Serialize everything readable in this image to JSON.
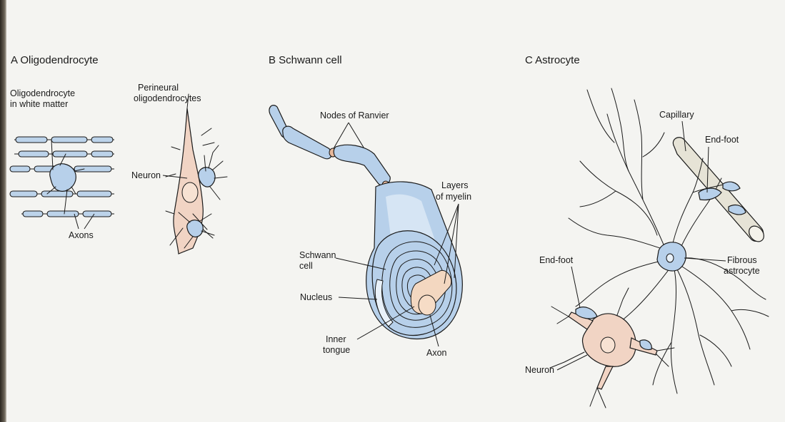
{
  "panels": {
    "a": {
      "title": "A  Oligodendrocyte",
      "labels": {
        "white_matter_line1": "Oligodendrocyte",
        "white_matter_line2": "in white matter",
        "perineural_line1": "Perineural",
        "perineural_line2": "oligodendrocytes",
        "neuron": "Neuron",
        "axons": "Axons"
      }
    },
    "b": {
      "title": "B  Schwann cell",
      "labels": {
        "nodes": "Nodes of Ranvier",
        "layers_line1": "Layers",
        "layers_line2": "of myelin",
        "schwann_line1": "Schwann",
        "schwann_line2": "cell",
        "nucleus": "Nucleus",
        "inner_line1": "Inner",
        "inner_line2": "tongue",
        "axon": "Axon"
      }
    },
    "c": {
      "title": "C  Astrocyte",
      "labels": {
        "capillary": "Capillary",
        "endfoot_top": "End-foot",
        "endfoot_left": "End-foot",
        "fibrous_line1": "Fibrous",
        "fibrous_line2": "astrocyte",
        "neuron": "Neuron"
      }
    }
  },
  "colors": {
    "glia_blue": "#b7d0ea",
    "neuron_pink": "#f1d4c4",
    "capillary": "#e6e3d6",
    "background": "#f4f4f1"
  }
}
